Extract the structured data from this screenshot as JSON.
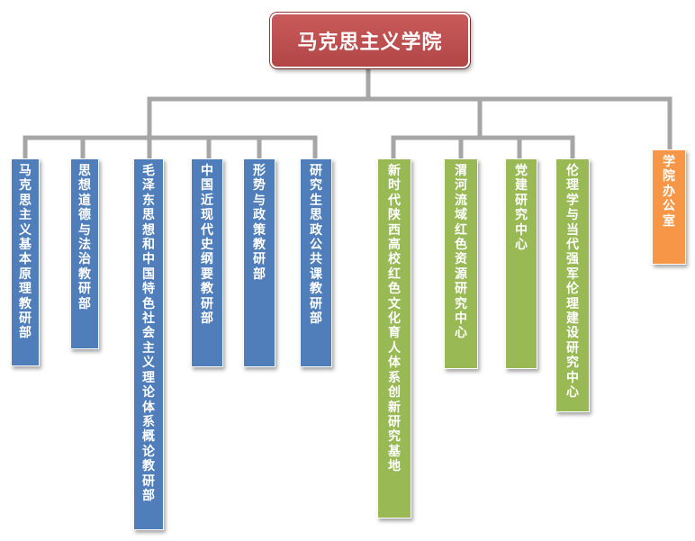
{
  "root": {
    "title": "马克思主义学院"
  },
  "groups": {
    "teaching": [
      "马克思主义基本原理教研部",
      "思想道德与法治教研部",
      "毛泽东思想和中国特色社会主义理论体系概论教研部",
      "中国近现代史纲要教研部",
      "形势与政策教研部",
      "研究生思政公共课教研部"
    ],
    "research": [
      "新时代陕西高校红色文化育人体系创新研究基地",
      "渭河流域红色资源研究中心",
      "党建研究中心",
      "伦理学与当代强军伦理建设研究中心"
    ],
    "office": "学院办公室"
  },
  "colors": {
    "root": "#c0504d",
    "teaching": "#4f7ebb",
    "research": "#98b954",
    "office": "#f79646",
    "connector": "#a6a6a6"
  }
}
